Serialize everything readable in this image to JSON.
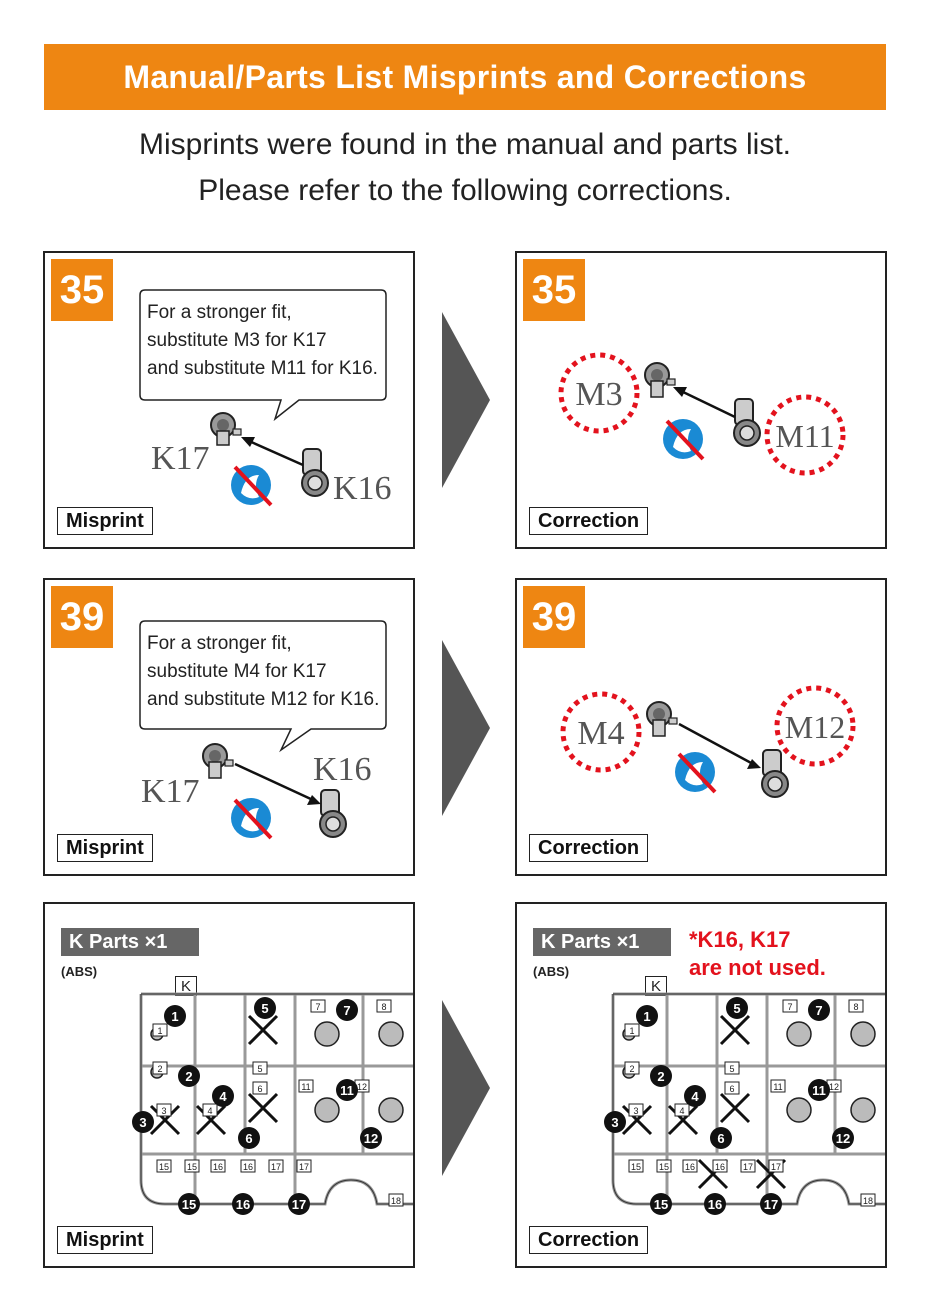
{
  "header": {
    "title": "Manual/Parts List Misprints and Corrections",
    "intro_line1": "Misprints were found in the manual and parts list.",
    "intro_line2": "Please refer to the following corrections."
  },
  "panels": {
    "p35_misprint": {
      "step": "35",
      "bubble": [
        "For a stronger fit,",
        "substitute M3 for K17",
        "and substitute M11 for K16."
      ],
      "label_a": "K17",
      "label_b": "K16",
      "tag": "Misprint"
    },
    "p35_correction": {
      "step": "35",
      "label_a": "M3",
      "label_b": "M11",
      "tag": "Correction"
    },
    "p39_misprint": {
      "step": "39",
      "bubble": [
        "For a stronger fit,",
        "substitute M4 for K17",
        "and substitute M12 for K16."
      ],
      "label_a": "K17",
      "label_b": "K16",
      "tag": "Misprint"
    },
    "p39_correction": {
      "step": "39",
      "label_a": "M4",
      "label_b": "M12",
      "tag": "Correction"
    },
    "k_misprint": {
      "header": "K Parts    ×1",
      "material": "(ABS)",
      "runner_letter": "K",
      "tag": "Misprint"
    },
    "k_correction": {
      "header": "K Parts    ×1",
      "material": "(ABS)",
      "runner_letter": "K",
      "note_line1": "*K16, K17",
      "note_line2": "are not used.",
      "tag": "Correction"
    }
  },
  "runner": {
    "box_numbers": [
      "1",
      "2",
      "3",
      "4",
      "5",
      "6",
      "7",
      "8",
      "11",
      "12",
      "15",
      "15",
      "16",
      "16",
      "17",
      "17",
      "18"
    ],
    "circle_numbers": [
      "1",
      "2",
      "3",
      "4",
      "5",
      "6",
      "7",
      "11",
      "12",
      "15",
      "16",
      "17"
    ]
  },
  "colors": {
    "accent": "#ee8612",
    "arrow": "#555555",
    "warning": "#e3121d",
    "no_glue": "#1a8ad4"
  }
}
